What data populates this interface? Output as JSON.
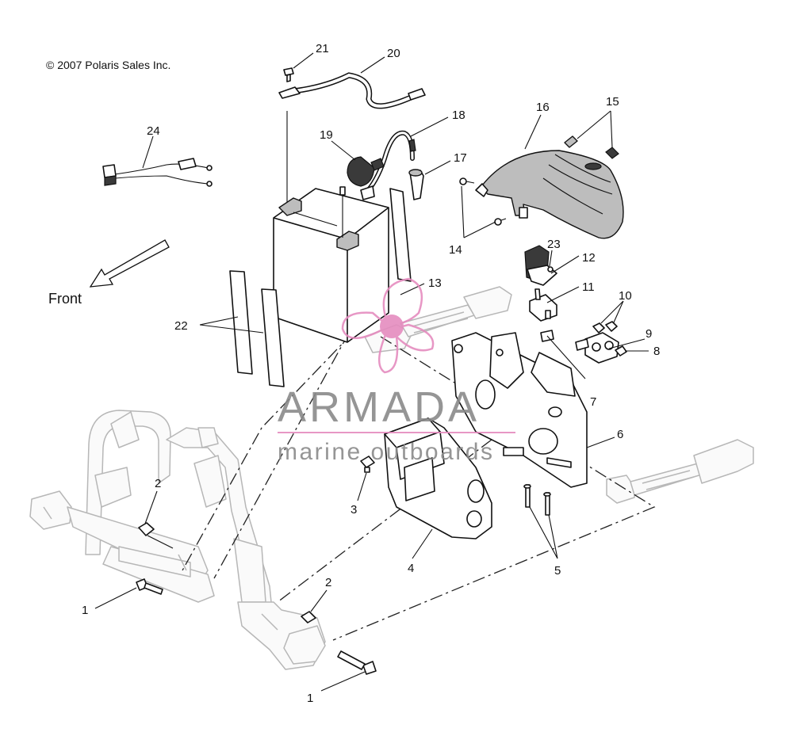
{
  "copyright": "© 2007 Polaris Sales Inc.",
  "front_label": "Front",
  "watermark": {
    "brand": "ARMADA",
    "tagline": "marine outboards",
    "accent_color": "#e58cbf"
  },
  "callouts": [
    {
      "id": "c21",
      "label": "21"
    },
    {
      "id": "c20",
      "label": "20"
    },
    {
      "id": "c18",
      "label": "18"
    },
    {
      "id": "c19",
      "label": "19"
    },
    {
      "id": "c16",
      "label": "16"
    },
    {
      "id": "c15",
      "label": "15"
    },
    {
      "id": "c17",
      "label": "17"
    },
    {
      "id": "c24",
      "label": "24"
    },
    {
      "id": "c14",
      "label": "14"
    },
    {
      "id": "c23",
      "label": "23"
    },
    {
      "id": "c12",
      "label": "12"
    },
    {
      "id": "c13",
      "label": "13"
    },
    {
      "id": "c11",
      "label": "11"
    },
    {
      "id": "c10",
      "label": "10"
    },
    {
      "id": "c22",
      "label": "22"
    },
    {
      "id": "c9",
      "label": "9"
    },
    {
      "id": "c8",
      "label": "8"
    },
    {
      "id": "c7",
      "label": "7"
    },
    {
      "id": "c6",
      "label": "6"
    },
    {
      "id": "c2a",
      "label": "2"
    },
    {
      "id": "c3",
      "label": "3"
    },
    {
      "id": "c4",
      "label": "4"
    },
    {
      "id": "c5",
      "label": "5"
    },
    {
      "id": "c2b",
      "label": "2"
    },
    {
      "id": "c1a",
      "label": "1"
    },
    {
      "id": "c1b",
      "label": "1"
    }
  ]
}
